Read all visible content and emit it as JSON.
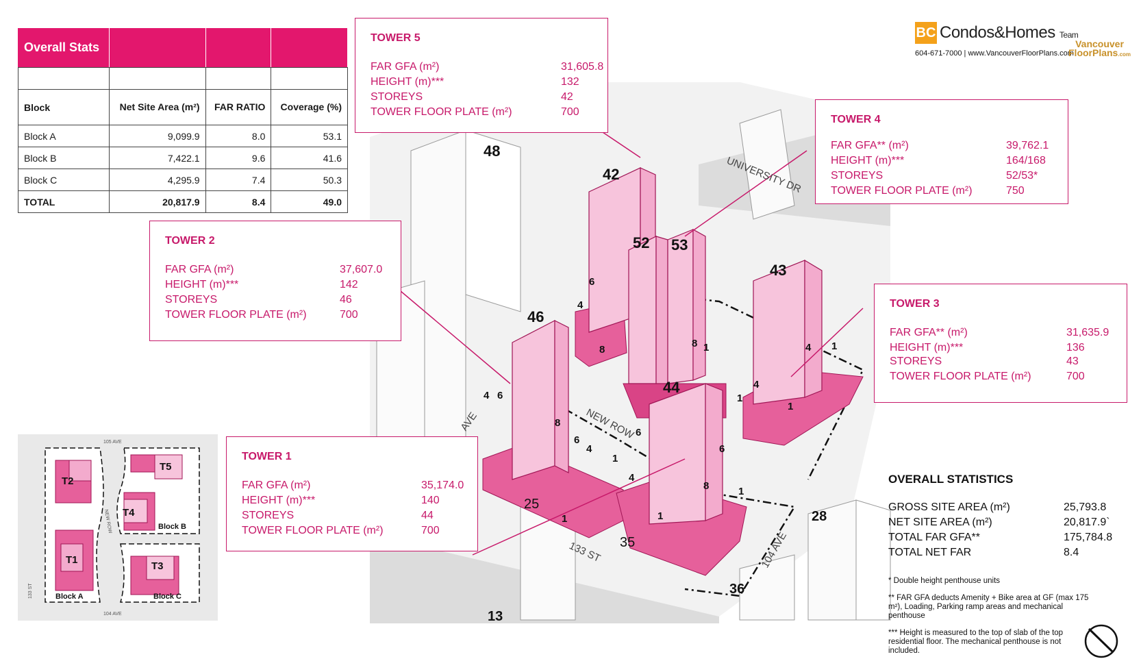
{
  "overall_stats_table": {
    "title": "Overall Stats",
    "headers": [
      "Block",
      "Net Site Area (m²)",
      "FAR RATIO",
      "Coverage (%)"
    ],
    "rows": [
      [
        "Block A",
        "9,099.9",
        "8.0",
        "53.1"
      ],
      [
        "Block B",
        "7,422.1",
        "9.6",
        "41.6"
      ],
      [
        "Block C",
        "4,295.9",
        "7.4",
        "50.3"
      ],
      [
        "TOTAL",
        "20,817.9",
        "8.4",
        "49.0"
      ]
    ]
  },
  "towers": [
    {
      "title": "TOWER 5",
      "far_gfa_label": "FAR GFA (m²)",
      "far_gfa": "31,605.8",
      "height_label": "HEIGHT (m)***",
      "height": "132",
      "storeys_label": "STOREYS",
      "storeys": "42",
      "plate_label": "TOWER FLOOR PLATE (m²)",
      "plate": "700"
    },
    {
      "title": "TOWER 4",
      "far_gfa_label": "FAR GFA** (m²)",
      "far_gfa": "39,762.1",
      "height_label": "HEIGHT (m)***",
      "height": "164/168",
      "storeys_label": "STOREYS",
      "storeys": "52/53*",
      "plate_label": "TOWER FLOOR PLATE (m²)",
      "plate": "750"
    },
    {
      "title": "TOWER 2",
      "far_gfa_label": "FAR GFA (m²)",
      "far_gfa": "37,607.0",
      "height_label": "HEIGHT (m)***",
      "height": "142",
      "storeys_label": "STOREYS",
      "storeys": "46",
      "plate_label": "TOWER FLOOR PLATE (m²)",
      "plate": "700"
    },
    {
      "title": "TOWER 3",
      "far_gfa_label": "FAR GFA** (m²)",
      "far_gfa": "31,635.9",
      "height_label": "HEIGHT (m)***",
      "height": "136",
      "storeys_label": "STOREYS",
      "storeys": "43",
      "plate_label": "TOWER FLOOR PLATE (m²)",
      "plate": "700"
    },
    {
      "title": "TOWER 1",
      "far_gfa_label": "FAR GFA (m²)",
      "far_gfa": "35,174.0",
      "height_label": "HEIGHT (m)***",
      "height": "140",
      "storeys_label": "STOREYS",
      "storeys": "44",
      "plate_label": "TOWER FLOOR PLATE (m²)",
      "plate": "700"
    }
  ],
  "overall_statistics": {
    "title": "OVERALL STATISTICS",
    "rows": [
      [
        "GROSS SITE AREA (m²)",
        "25,793.8"
      ],
      [
        "NET SITE AREA (m²)",
        "20,817.9`"
      ],
      [
        "TOTAL FAR GFA**",
        "175,784.8"
      ],
      [
        "TOTAL NET FAR",
        "8.4"
      ]
    ],
    "notes": [
      "* Double height penthouse units",
      "** FAR GFA deducts Amenity + Bike area at GF (max 175 m²), Loading, Parking ramp areas and mechanical penthouse",
      "*** Height is measured to the top of slab of the top residential floor. The mechanical penthouse is not included."
    ]
  },
  "branding": {
    "bc": "BC",
    "name": "Condos&Homes",
    "team": "Team",
    "contact": "604-671-7000 | www.VancouverFloorPlans.com",
    "vfp_line1": "Vancouver",
    "vfp_line2": "FloorPlans",
    "vfp_suffix": ".com"
  },
  "massing": {
    "tower_labels": [
      "48",
      "42",
      "52",
      "53",
      "43",
      "46",
      "44"
    ],
    "podium_labels": [
      "6",
      "4",
      "8",
      "8",
      "1",
      "4",
      "4",
      "1",
      "4",
      "6",
      "8",
      "6",
      "4",
      "1",
      "6",
      "6",
      "1",
      "8",
      "1",
      "1",
      "1",
      "1",
      "4",
      "1"
    ],
    "context_labels": [
      "25",
      "35",
      "28",
      "36",
      "13"
    ],
    "streets": [
      "UNIVERSITY DR",
      "NEW ROW",
      "133 ST",
      "104 AVE",
      "AVE"
    ]
  },
  "site_plan": {
    "blocks": [
      "T2",
      "T5",
      "T4",
      "T1",
      "T3"
    ],
    "block_labels": [
      "Block A",
      "Block B",
      "Block C"
    ],
    "streets": [
      "105 AVE",
      "104 AVE",
      "133 ST",
      "NEW ROW"
    ]
  },
  "colors": {
    "accent": "#c7196a",
    "header": "#e3176d",
    "tower": "#f7c4dc",
    "tower_side": "#f3abcd",
    "podium": "#e6609b",
    "podium_dark": "#d94486"
  }
}
